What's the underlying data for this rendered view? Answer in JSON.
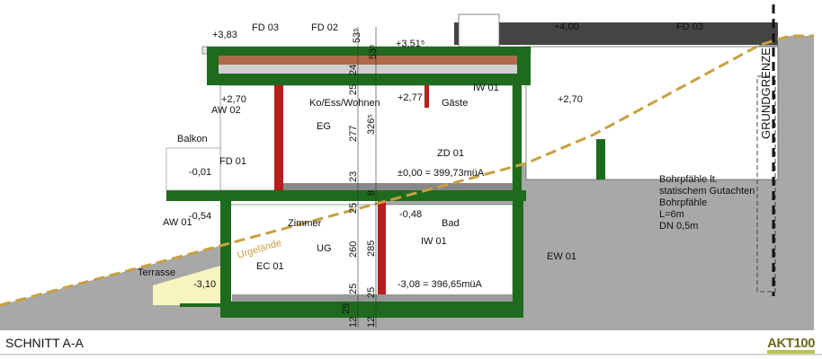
{
  "drawing": {
    "title": "SCHNITT A-A",
    "logo_text": "AKT100",
    "colors": {
      "structure": "#1e6b1e",
      "masonry": "#b81c1c",
      "roof_insulation": "#b06a4a",
      "ground": "#a8a8a8",
      "terrain_line": "#c8a040",
      "fill_soil": "#f8f4c0"
    },
    "levels": [
      "+3,83",
      "+3,51⁵",
      "+2,70",
      "+2,77",
      "+2,70",
      "-0,01",
      "±0,00 = 399,73müA",
      "-0,54",
      "-0,48",
      "-3,10",
      "-3,08 = 396,65müA",
      "+4,00"
    ],
    "components": [
      "FD 03",
      "FD 02",
      "FD 03",
      "AW 02",
      "FD 01",
      "IW 01",
      "ZD 01",
      "AW 01",
      "IW 01",
      "EC 01",
      "EW 01"
    ],
    "rooms": [
      "Ko/Ess/Wohnen",
      "EG",
      "Gäste",
      "Balkon",
      "Zimmer",
      "UG",
      "Bad",
      "Terrasse"
    ],
    "dimensions": [
      "53⁵",
      "53⁵",
      "24",
      "25",
      "277",
      "326⁵",
      "23",
      "8",
      "25",
      "260",
      "285",
      "25",
      "25",
      "25",
      "12",
      "12"
    ],
    "terrain_label": "Urgelände",
    "boundary_label": "GRUNDGRENZE",
    "pile_note": [
      "Bohrpfähle lt.",
      "statischem Gutachten",
      "Bohrpfähle",
      "L=6m",
      "DN 0,5m"
    ]
  }
}
